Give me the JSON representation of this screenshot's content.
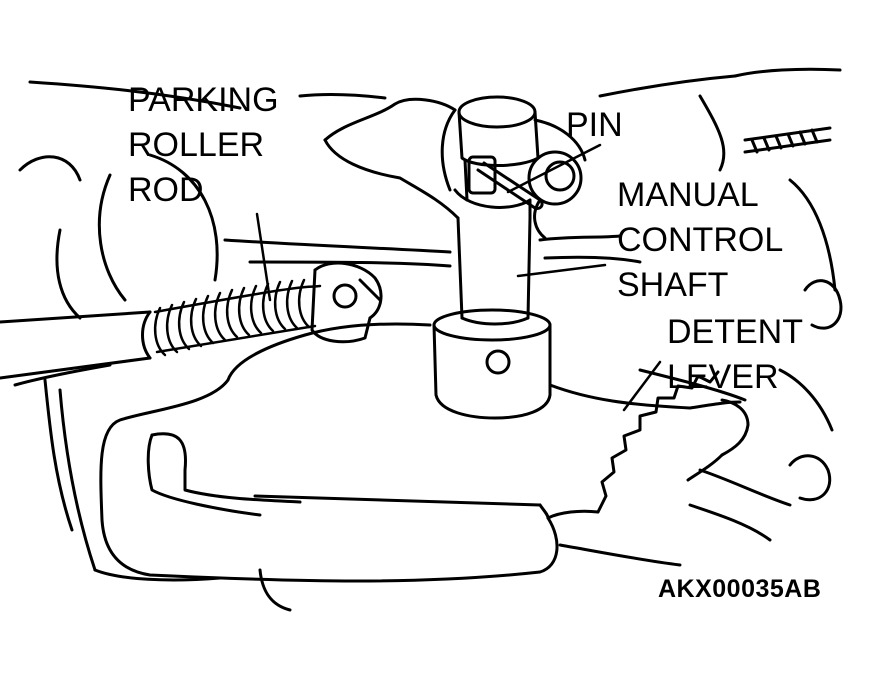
{
  "labels": {
    "parking_roller_rod": [
      "PARKING",
      "ROLLER",
      "ROD"
    ],
    "pin": "PIN",
    "manual_control_shaft": [
      "MANUAL",
      "CONTROL",
      "SHAFT"
    ],
    "detent_lever": [
      "DETENT",
      "LEVER"
    ]
  },
  "figure_id": "AKX00035AB",
  "colors": {
    "ink": "#000000",
    "paper": "#ffffff"
  }
}
